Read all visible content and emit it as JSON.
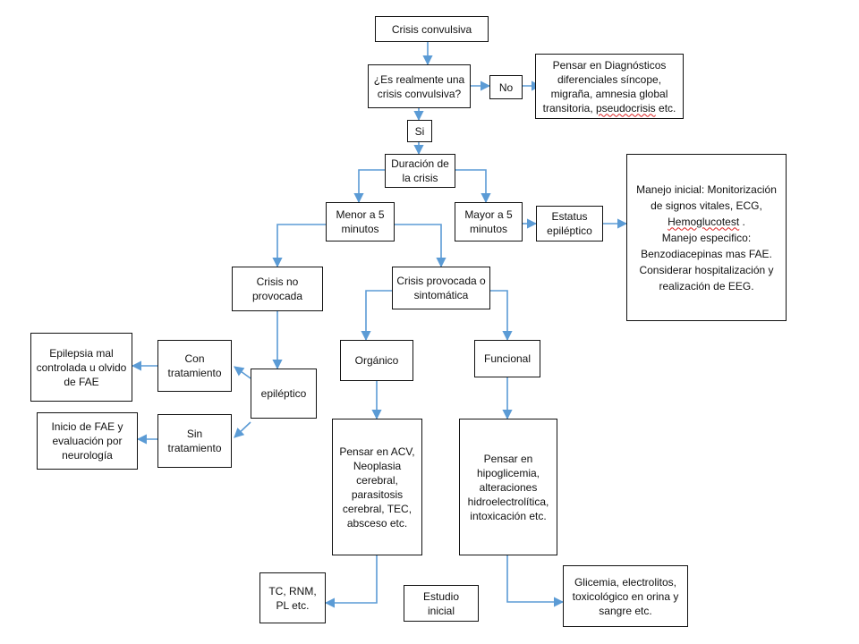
{
  "nodes": {
    "crisis_convulsiva": "Crisis convulsiva",
    "es_realmente": "¿Es realmente una\ncrisis convulsiva?",
    "no": "No",
    "pensar_dx": {
      "before": "Pensar en Diagnósticos\ndiferenciales síncope,\nmigraña, amnesia global\ntransitoria, ",
      "squiggle": "pseudocrisis",
      "after": " etc."
    },
    "si": "Si",
    "duracion": "Duración de\nla crisis",
    "menor_5": "Menor a 5\nminutos",
    "mayor_5": "Mayor a 5\nminutos",
    "estatus": "Estatus\nepiléptico",
    "manejo": {
      "before": "Manejo inicial: Monitorización\nde signos vitales, ECG,\n",
      "squiggle": "Hemoglucotest",
      "after": " .\nManejo especifico:\nBenzodiacepinas mas FAE.\nConsiderar hospitalización y\nrealización de EEG."
    },
    "crisis_no_provocada": "Crisis no\nprovocada",
    "crisis_provocada": "Crisis provocada o\nsintomática",
    "epilepsia_mal": "Epilepsia mal\ncontrolada u olvido\nde FAE",
    "con_tratamiento": "Con\ntratamiento",
    "epileptico": "epiléptico",
    "inicio_fae": "Inicio de FAE y\nevaluación por\nneurología",
    "sin_tratamiento": "Sin\ntratamiento",
    "organico": "Orgánico",
    "funcional": "Funcional",
    "pensar_acv": "Pensar en ACV,\nNeoplasia\ncerebral,\nparasitosis\ncerebral, TEC,\nabsceso etc.",
    "pensar_hipo": "Pensar en\nhipoglicemia,\nalteraciones\nhidroelectrolítica,\nintoxicación etc.",
    "tc_rnm": "TC, RNM,\nPL etc.",
    "estudio_inicial": "Estudio\ninicial",
    "glicemia": "Glicemia, electrolitos,\ntoxicológico en orina y\nsangre etc."
  },
  "colors": {
    "arrow": "#5b9bd5",
    "border": "#111111",
    "squiggle": "#dd2222"
  }
}
